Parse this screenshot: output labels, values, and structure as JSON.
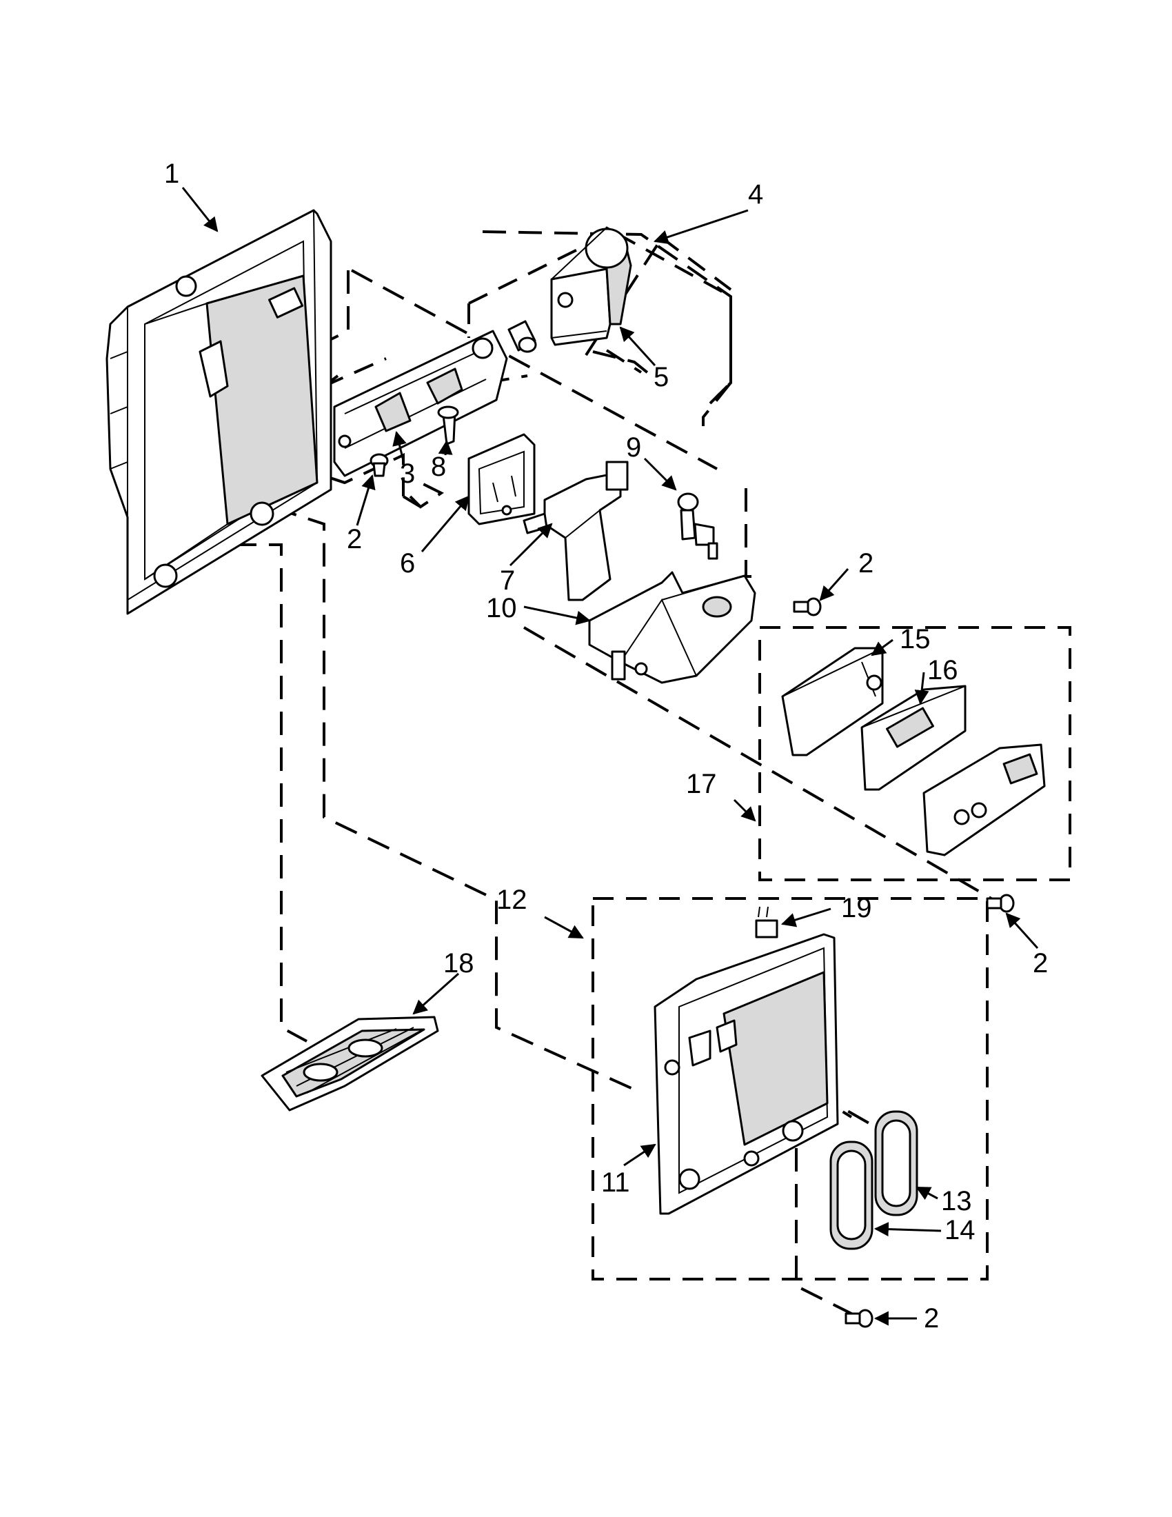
{
  "callouts": [
    "1",
    "2",
    "3",
    "4",
    "5",
    "6",
    "7",
    "8",
    "9",
    "10",
    "11",
    "12",
    "13",
    "14",
    "15",
    "16",
    "17",
    "18",
    "19",
    "2",
    "2",
    "2",
    "2"
  ],
  "colors": {
    "ink": "#000000",
    "paper": "#ffffff",
    "shade": "#d9d9d9"
  }
}
